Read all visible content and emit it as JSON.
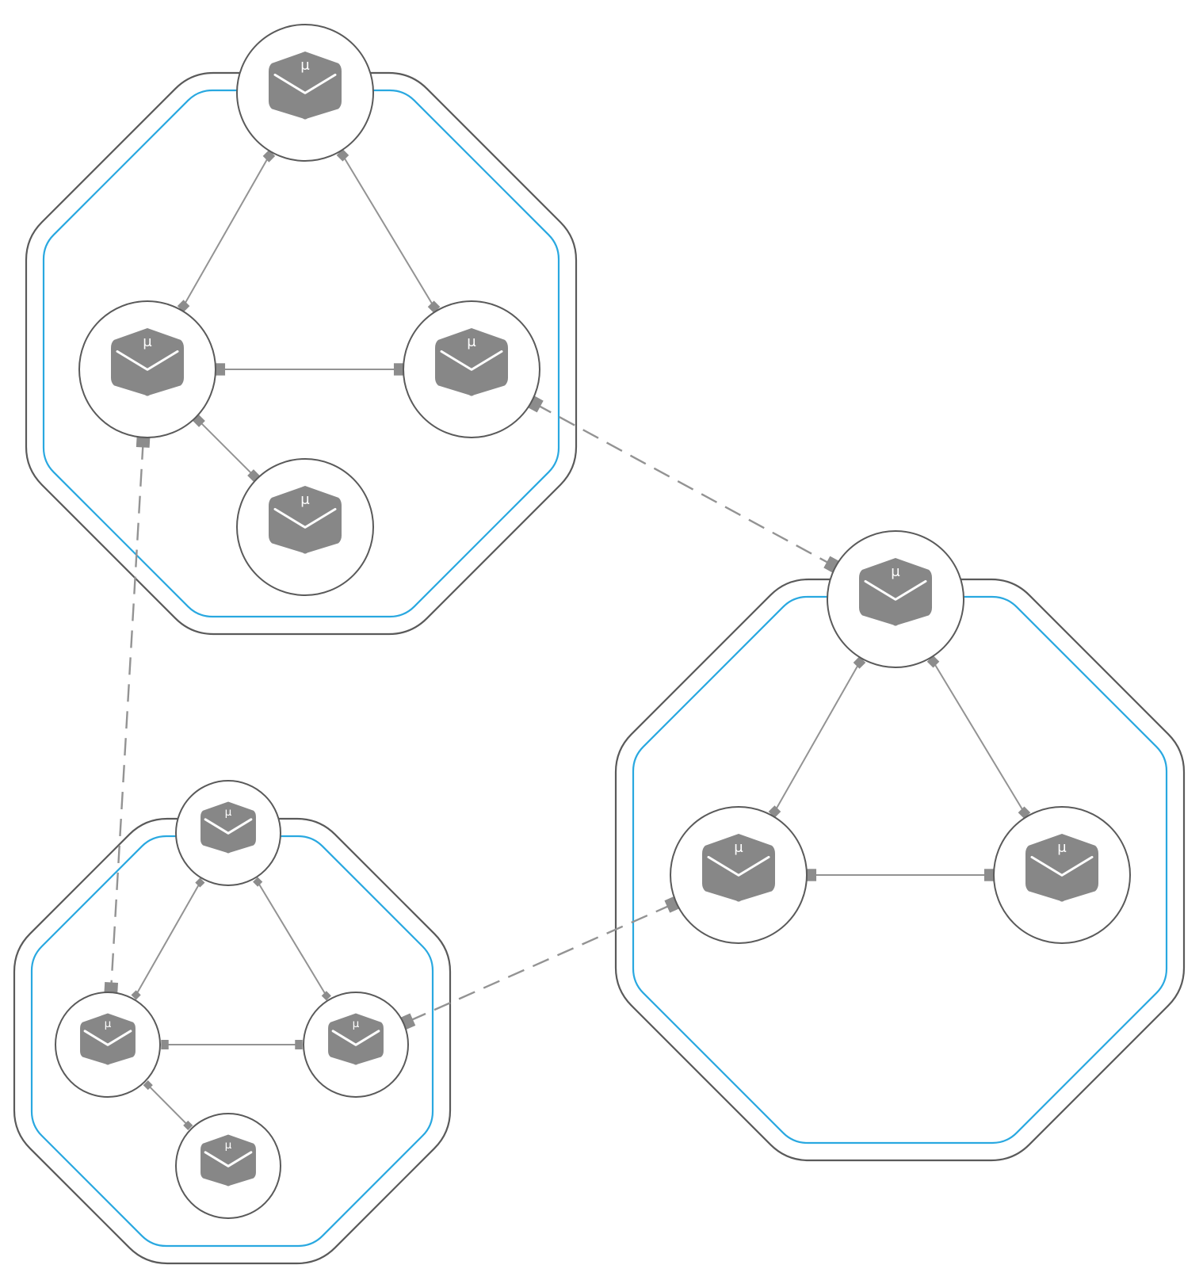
{
  "diagram": {
    "colors": {
      "outer_border": "#5a5a5a",
      "inner_border": "#29a8e0",
      "node_border": "#5a5a5a",
      "icon_fill": "#878787",
      "edge": "#939393"
    },
    "service_icon": "microservice-cube-icon",
    "service_label": "μ",
    "clusters": [
      {
        "id": "top-left",
        "services": [
          "top",
          "left",
          "right",
          "bottom"
        ],
        "connections": [
          {
            "from": "top",
            "to": "left"
          },
          {
            "from": "top",
            "to": "right"
          },
          {
            "from": "left",
            "to": "right"
          },
          {
            "from": "left",
            "to": "bottom"
          }
        ]
      },
      {
        "id": "right",
        "services": [
          "top",
          "left",
          "right"
        ],
        "connections": [
          {
            "from": "top",
            "to": "left"
          },
          {
            "from": "top",
            "to": "right"
          },
          {
            "from": "left",
            "to": "right"
          }
        ]
      },
      {
        "id": "bottom-left",
        "services": [
          "top",
          "left",
          "right",
          "bottom"
        ],
        "connections": [
          {
            "from": "top",
            "to": "left"
          },
          {
            "from": "top",
            "to": "right"
          },
          {
            "from": "left",
            "to": "right"
          },
          {
            "from": "left",
            "to": "bottom"
          }
        ]
      }
    ],
    "cross_connections": [
      {
        "from": "top-left.right",
        "to": "right.top",
        "style": "dashed"
      },
      {
        "from": "top-left.left",
        "to": "bottom-left.left",
        "style": "dashed"
      },
      {
        "from": "right.left",
        "to": "bottom-left.right",
        "style": "dashed"
      }
    ]
  }
}
